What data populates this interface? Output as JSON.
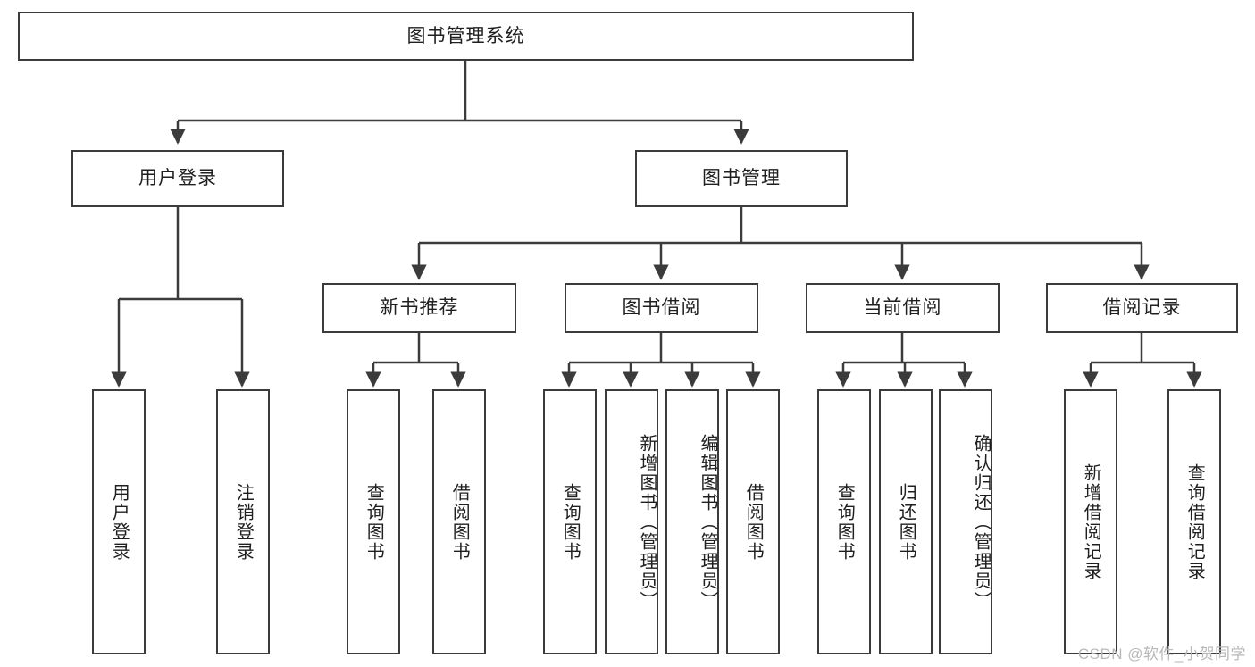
{
  "diagram": {
    "title": "图书管理系统",
    "type": "hierarchy-tree",
    "stroke_color": "#3b3b3b",
    "fill_color": "#ffffff",
    "text_color": "#1f1f1f",
    "root": {
      "label": "图书管理系统"
    },
    "level2": [
      {
        "label": "用户登录"
      },
      {
        "label": "图书管理"
      }
    ],
    "level3": [
      {
        "label": "新书推荐"
      },
      {
        "label": "图书借阅"
      },
      {
        "label": "当前借阅"
      },
      {
        "label": "借阅记录"
      }
    ],
    "leaves": {
      "user_login": [
        {
          "label": "用户登录"
        },
        {
          "label": "注销登录"
        }
      ],
      "new_book_recommend": [
        {
          "label": "查询图书"
        },
        {
          "label": "借阅图书"
        }
      ],
      "book_borrow": [
        {
          "label": "查询图书"
        },
        {
          "label": "新增图书（管理员）"
        },
        {
          "label": "编辑图书（管理员）"
        },
        {
          "label": "借阅图书"
        }
      ],
      "current_borrow": [
        {
          "label": "查询图书"
        },
        {
          "label": "归还图书"
        },
        {
          "label": "确认归还（管理员）"
        }
      ],
      "borrow_record": [
        {
          "label": "新增借阅记录"
        },
        {
          "label": "查询借阅记录"
        }
      ]
    }
  },
  "watermark": {
    "text": "CSDN @软件_小贺同学"
  }
}
